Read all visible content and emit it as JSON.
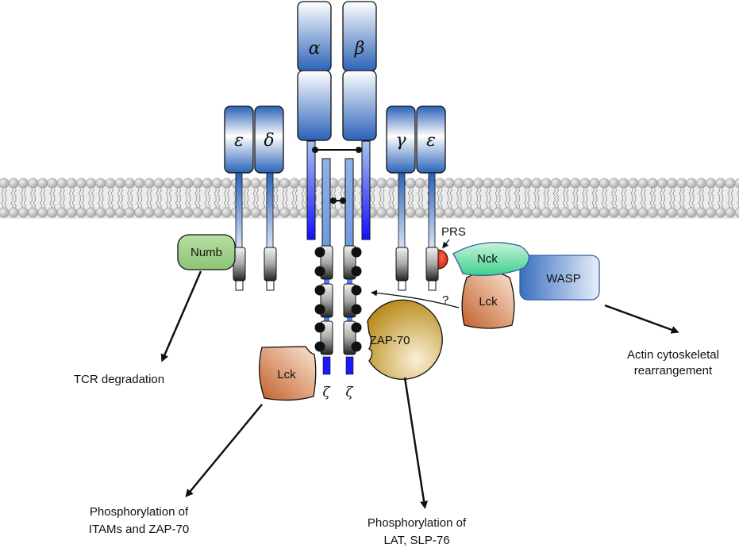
{
  "title": "TCR–CD3 complex signaling schematic",
  "receptor": {
    "tcr_chains": [
      "α",
      "β"
    ],
    "cd3_left": [
      "ε",
      "δ"
    ],
    "cd3_right": [
      "γ",
      "ε"
    ],
    "zeta_chains": [
      "ζ",
      "ζ"
    ]
  },
  "proteins": {
    "numb": "Numb",
    "nck": "Nck",
    "wasp": "WASP",
    "lck_right": "Lck",
    "lck_left": "Lck",
    "zap70": "ZAP-70",
    "prs": "PRS",
    "question": "?"
  },
  "outcomes": {
    "tcr_degradation": "TCR degradation",
    "itam_line1": "Phosphorylation of",
    "itam_line2": "ITAMs and ZAP-70",
    "lat_line1": "Phosphorylation of",
    "lat_line2": "LAT, SLP-76",
    "actin_line1": "Actin cytoskeletal",
    "actin_line2": "rearrangement"
  },
  "colors": {
    "receptor_blue": "#2a62b8",
    "membrane_gray": "#c8c8c8",
    "numb_green": "#9fd08a",
    "nck_green": "#5fd39a",
    "lck_orange": "#c8703a",
    "zap70_gold": "#c79b2a",
    "wasp_blue": "#4f7fc4",
    "prs_red": "#e8200a",
    "itam_dark": "#111111"
  }
}
